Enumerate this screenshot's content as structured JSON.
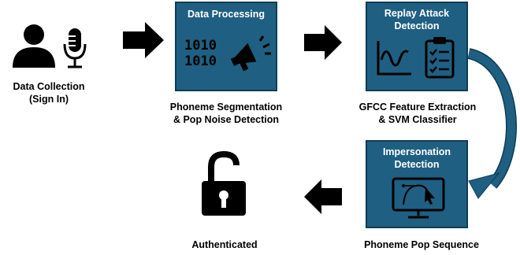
{
  "steps": {
    "collection": {
      "label_line1": "Data Collection",
      "label_line2": "(Sign In)"
    },
    "processing": {
      "title": "Data Processing",
      "caption_line1": "Phoneme Segmentation",
      "caption_line2": "& Pop Noise Detection",
      "binary_line1": "1010",
      "binary_line2": "1010"
    },
    "replay": {
      "title_line1": "Replay Attack",
      "title_line2": "Detection",
      "caption_line1": "GFCC Feature Extraction",
      "caption_line2": "& SVM Classifier"
    },
    "impersonation": {
      "title_line1": "Impersonation",
      "title_line2": "Detection",
      "caption": "Phoneme Pop Sequence"
    },
    "authenticated": {
      "caption": "Authenticated"
    }
  },
  "colors": {
    "box_fill": "#1f5f82",
    "box_border": "#0f3d55",
    "arrow": "#000000",
    "curve_arrow": "#1f5f82"
  }
}
